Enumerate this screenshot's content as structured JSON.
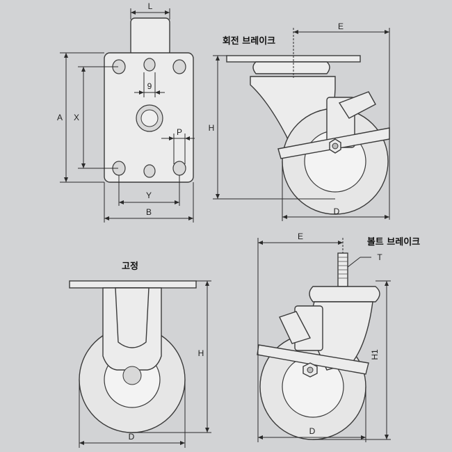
{
  "titles": {
    "swivel_brake": "회전 브레이크",
    "fixed": "고정",
    "bolt_brake": "볼트 브레이크"
  },
  "dims": {
    "L": "L",
    "A": "A",
    "X": "X",
    "Nine": "9",
    "P": "P",
    "Y": "Y",
    "B": "B",
    "E_top": "E",
    "H_top": "H",
    "D_top": "D",
    "H_fixed": "H",
    "D_fixed": "D",
    "E_bolt": "E",
    "T": "T",
    "H1": "H1",
    "D_bolt": "D"
  }
}
